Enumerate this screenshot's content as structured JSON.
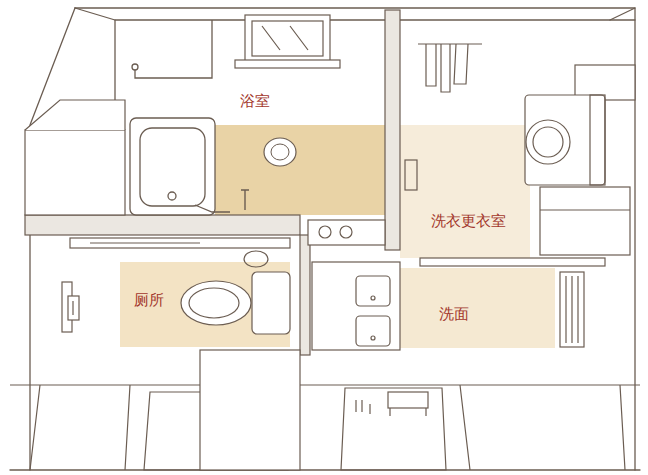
{
  "diagram": {
    "nodes": [
      {
        "text": [
          "浴室"
        ]
      },
      {
        "text": [
          "洗衣更衣室"
        ]
      },
      {
        "text": [
          "厕所"
        ]
      },
      {
        "text": [
          "洗面"
        ]
      }
    ]
  }
}
